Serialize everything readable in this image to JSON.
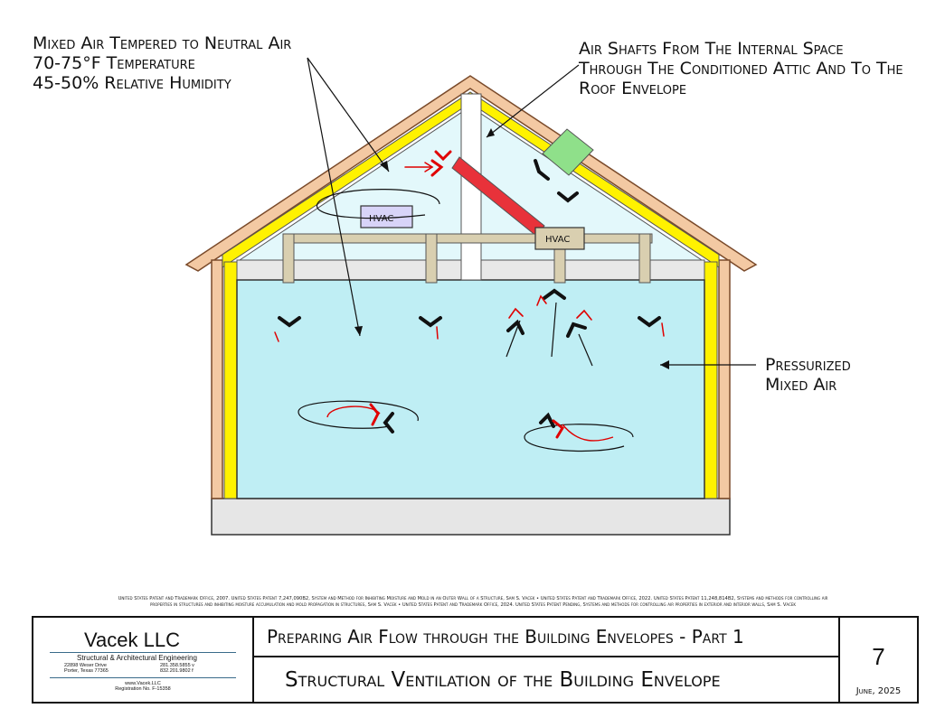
{
  "callouts": {
    "mixed_air": [
      "Mixed Air Tempered to Neutral Air",
      "70-75°F Temperature",
      "45-50% Relative Humidity"
    ],
    "air_shafts": [
      "Air Shafts From The Internal Space",
      "Through The Conditioned Attic And To The",
      "Roof Envelope"
    ],
    "pressurized": [
      "Pressurized",
      "Mixed Air"
    ]
  },
  "hvac_units": [
    "HVAC",
    "HVAC"
  ],
  "patent_text": [
    "United States Patent and Trademark Office, 2007. United States Patent 7,247,090B2, System and Method for Inhibiting Moisture and Mold in an Outer Wall of a Structure, Sam S. Vacek • United States Patent and Trademark Office, 2022. United States Patent 11,248,814B2, Systems and methods for controlling air",
    "properties in structures and inhibiting moisture accumulation and mold propagation in structures, Sam S. Vacek • United States Patent and Trademark Office, 2024. United States Patent Pending, Systems and methods for controlling air properties in exterior and interior walls, Sam S. Vacek"
  ],
  "title_block": {
    "company": "Vacek LLC",
    "company_sub": "Structural & Architectural Engineering",
    "address_1": "22898 Weser Drive",
    "address_2": "Porter, Texas 77365",
    "phone_v": "281.358.5855 v",
    "phone_f": "832.201.9802 f",
    "website": "www.Vacek.LLC",
    "registration": "Registration No. F-15358",
    "title_1": "Preparing Air Flow through the Building Envelopes - Part 1",
    "title_2": "Structural Ventilation of the Building Envelope",
    "sheet_number": "7",
    "date": "June, 2025"
  },
  "colors": {
    "roof_tan": "#f3c9a3",
    "roof_outline": "#7a4a2a",
    "insulation_yellow": "#fff200",
    "interior_blue": "#bfeef4",
    "attic_blue": "#e3f8fb",
    "ceiling_grey": "#e8e8e8",
    "duct_tan": "#d9cfb0",
    "hvac_purple": "#d8d4f8",
    "shaft_green": "#8fe08a",
    "duct_red": "#e8323a",
    "arrow_red": "#e00000",
    "foundation_grey": "#e6e6e6"
  }
}
